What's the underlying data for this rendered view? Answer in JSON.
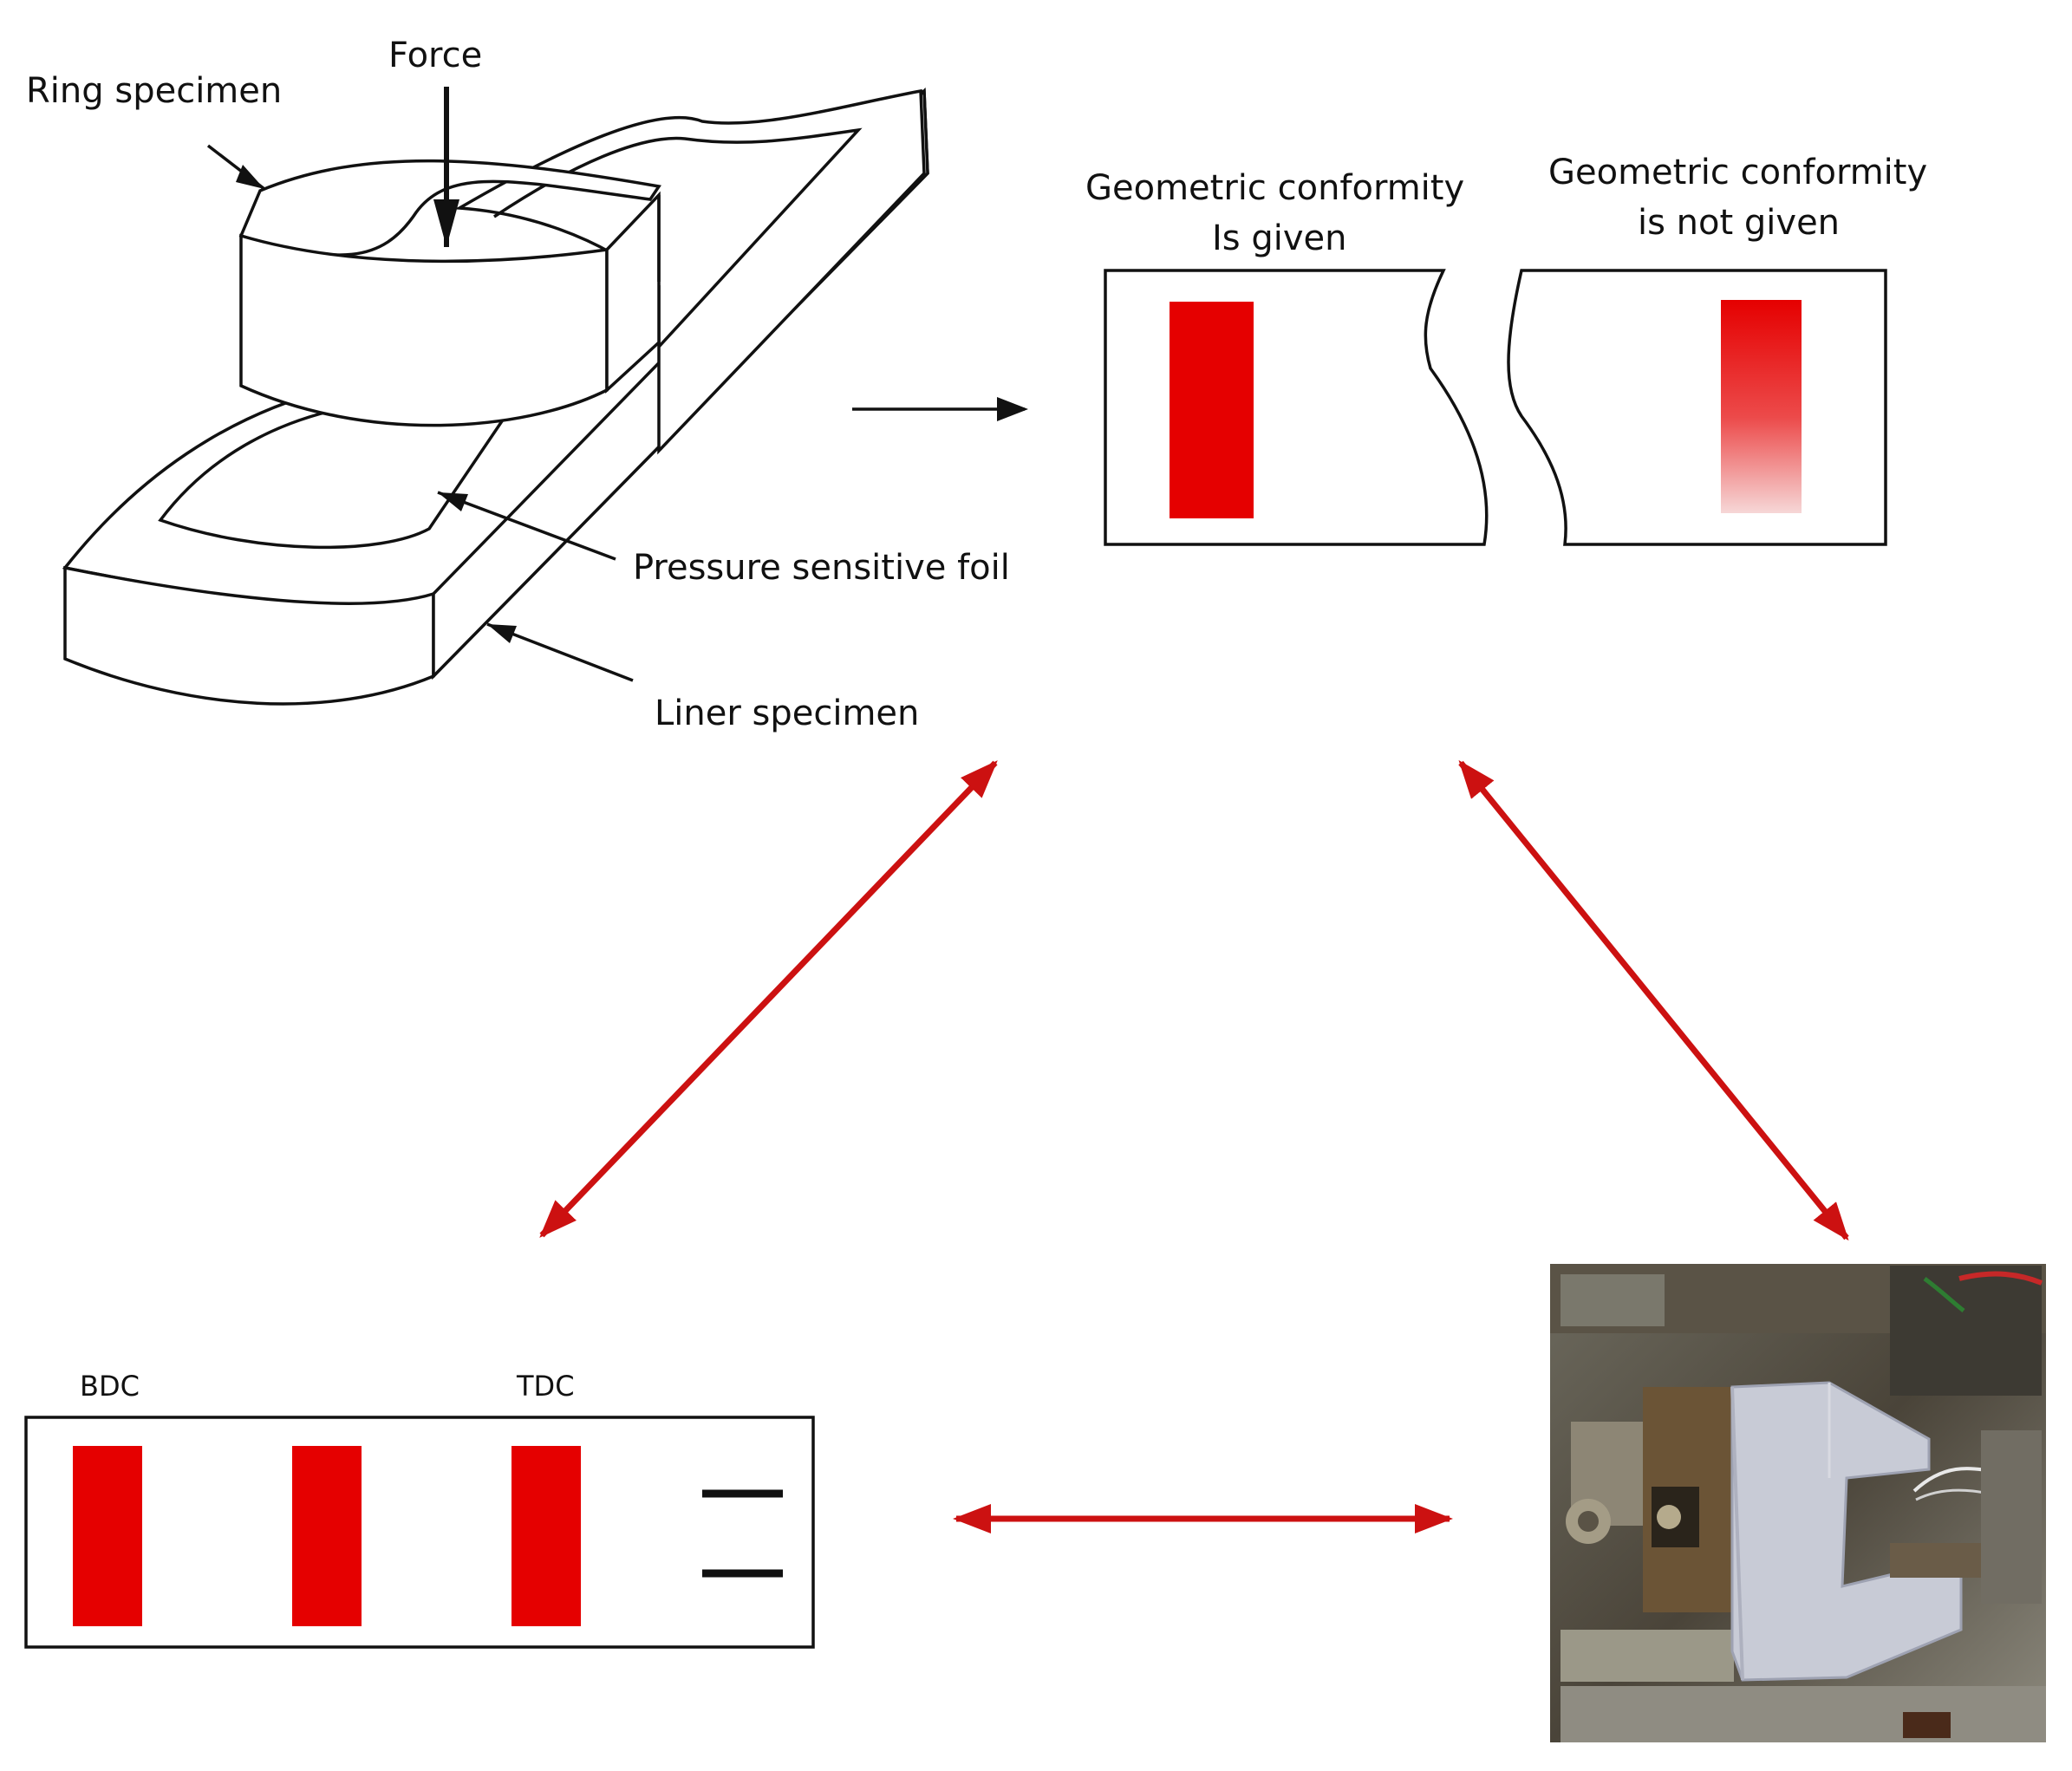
{
  "labels": {
    "force": "Force",
    "ring_specimen": "Ring specimen",
    "pressure_sensitive_foil": "Pressure sensitive foil",
    "liner_specimen": "Liner specimen",
    "conformity_given_line1": "Geometric conformity",
    "conformity_given_line2": "Is given",
    "conformity_not_given_line1": "Geometric conformity",
    "conformity_not_given_line2": "is not given",
    "bdc": "BDC",
    "tdc": "TDC"
  },
  "colors": {
    "imprint_red": "#e50000",
    "arrow_red": "#cc1111",
    "outline": "#111111"
  }
}
